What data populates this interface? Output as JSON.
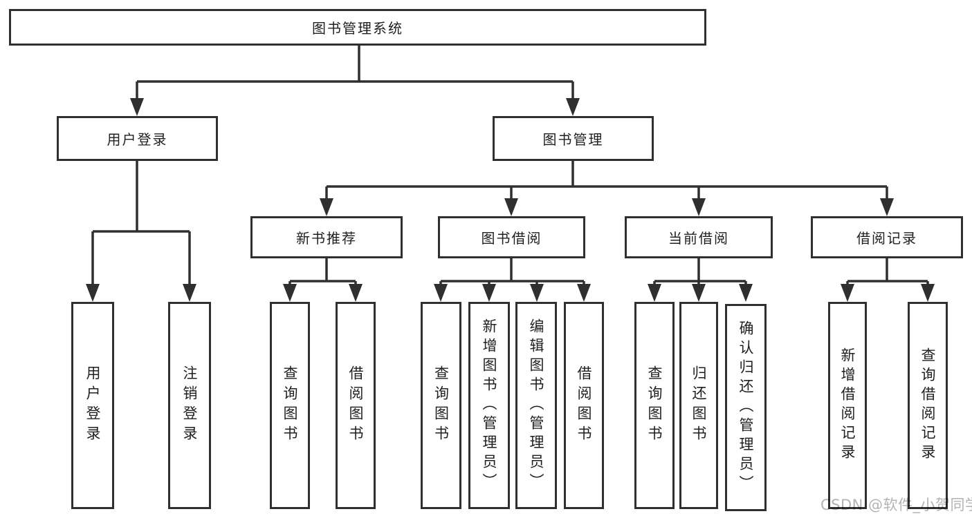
{
  "diagram": {
    "title": "图书管理系统",
    "branches": [
      {
        "label": "用户登录",
        "children": [
          {
            "label": "用户登录"
          },
          {
            "label": "注销登录"
          }
        ]
      },
      {
        "label": "图书管理",
        "children": [
          {
            "label": "新书推荐",
            "children": [
              {
                "label": "查询图书"
              },
              {
                "label": "借阅图书"
              }
            ]
          },
          {
            "label": "图书借阅",
            "children": [
              {
                "label": "查询图书"
              },
              {
                "label": "新增图书（管理员）"
              },
              {
                "label": "编辑图书（管理员）"
              },
              {
                "label": "借阅图书"
              }
            ]
          },
          {
            "label": "当前借阅",
            "children": [
              {
                "label": "查询图书"
              },
              {
                "label": "归还图书"
              },
              {
                "label": "确认归还（管理员）"
              }
            ]
          },
          {
            "label": "借阅记录",
            "children": [
              {
                "label": "新增借阅记录"
              },
              {
                "label": "查询借阅记录"
              }
            ]
          }
        ]
      }
    ]
  },
  "watermark": {
    "text": "CSDN @软件_小贺同学"
  },
  "colors": {
    "line": "#2f2f2f",
    "text": "#1f1f1f",
    "background": "#ffffff",
    "watermark": "#9aa0a6"
  }
}
